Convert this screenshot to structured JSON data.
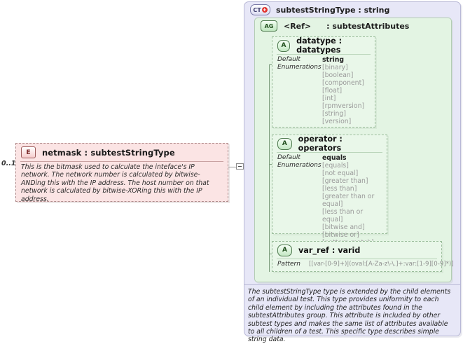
{
  "diagram": {
    "kind": "xsd-schema-diagram"
  },
  "element": {
    "badge": "E",
    "title": "netmask : subtestStringType",
    "cardinality": "0..1",
    "documentation": "This is the bitmask used to calculate the inteface's IP network.  The network number is calculated by bitwise-ANDing this with the IP address.  The host number on that network is calculated by bitwise-XORing this with the IP address."
  },
  "connector": {
    "collapse_glyph": "−"
  },
  "complex_type": {
    "badge": "CT",
    "badge_plus": "+",
    "title": "subtestStringType : string",
    "documentation": "The subtestStringType type is extended by the child elements of an individual test.  This type provides uniformity to each child element by including the attributes found in the subtestAttributes group.  This attribute is included by other subtest types and makes the same list of attributes available to all children of a test.  This specific type describes simple string data."
  },
  "attribute_group": {
    "badge": "AG",
    "ref": "<Ref>",
    "type": ": subtestAttributes"
  },
  "attributes": [
    {
      "badge": "A",
      "title": "datatype : datatypes",
      "facets": [
        {
          "label": "Default",
          "value": "string"
        },
        {
          "label": "Enumerations",
          "value": ""
        }
      ],
      "default": "string",
      "enumerations": [
        "[binary]",
        "[boolean]",
        "[component]",
        "[float]",
        "[int]",
        "[rpmversion]",
        "[string]",
        "[version]"
      ]
    },
    {
      "badge": "A",
      "title": "operator : operators",
      "facets": [
        {
          "label": "Default",
          "value": "equals"
        },
        {
          "label": "Enumerations",
          "value": ""
        }
      ],
      "default": "equals",
      "enumerations": [
        "[equals]",
        "[not equal]",
        "[greater than]",
        "[less than]",
        "[greater than or equal]",
        "[less than or equal]",
        "[bitwise and]",
        "[bitwise or]",
        "[pattern match]"
      ]
    },
    {
      "badge": "A",
      "title": "var_ref   : varid",
      "pattern_label": "Pattern",
      "pattern_value": "[[var-[0-9]+)|(oval:[A-Za-z\\-\\.]+:var:[1-9][0-9]*)]"
    }
  ],
  "facet_labels": {
    "default": "Default",
    "enumerations": "Enumerations"
  },
  "colors": {
    "element_fill": "#fbe4e4",
    "element_border": "#b08a8a",
    "type_fill": "#e7e7f7",
    "type_border": "#b9b9d6",
    "group_fill": "#e3f4e3",
    "group_border": "#b3ccb3",
    "attr_fill": "#e9f7e9",
    "attr_border": "#9bbd9b",
    "enum_text": "#9a9a9a"
  }
}
